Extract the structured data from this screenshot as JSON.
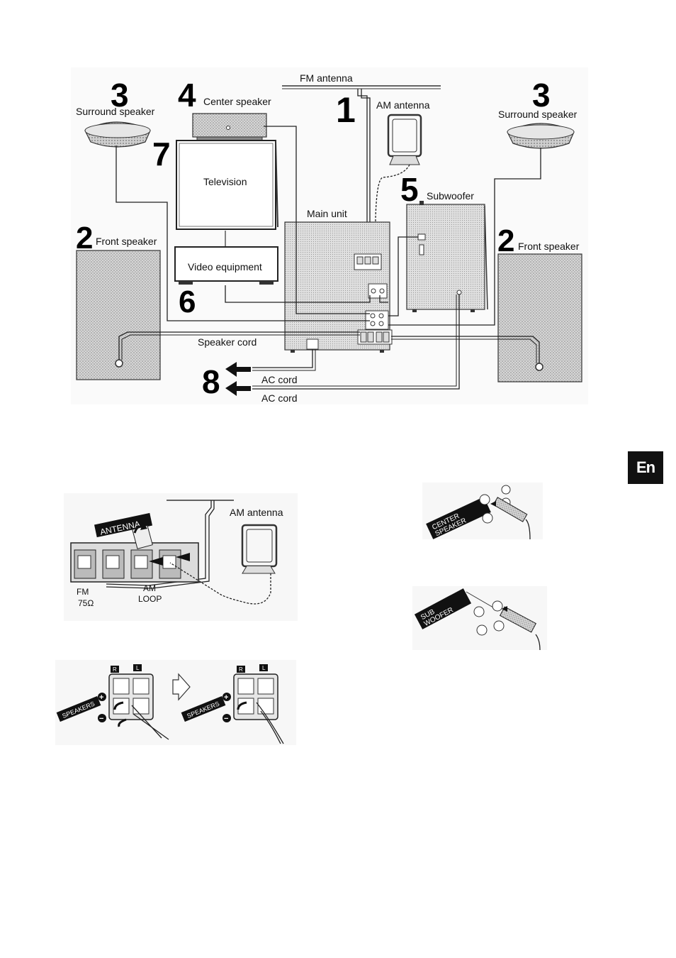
{
  "main_diagram": {
    "labels": {
      "fm_antenna": "FM antenna",
      "am_antenna": "AM antenna",
      "center_speaker": "Center speaker",
      "surround_left": "Surround speaker",
      "surround_right": "Surround speaker",
      "television": "Television",
      "subwoofer": "Subwoofer",
      "main_unit": "Main unit",
      "front_left": "Front speaker",
      "front_right": "Front speaker",
      "video_equipment": "Video equipment",
      "speaker_cord": "Speaker cord",
      "ac_cord_1": "AC cord",
      "ac_cord_2": "AC cord"
    },
    "step_numbers": {
      "fm": "1",
      "front_left": "2",
      "front_right": "2",
      "surround_left": "3",
      "surround_right": "3",
      "center": "4",
      "subwoofer": "5",
      "video": "6",
      "television": "7",
      "ac": "8"
    }
  },
  "antenna_detail": {
    "panel_label": "ANTENNA",
    "am_antenna": "AM antenna",
    "fm_label": "FM",
    "impedance": "75Ω",
    "am_label": "AM",
    "loop_label": "LOOP"
  },
  "center_detail": {
    "label_line1": "CENTER",
    "label_line2": "SPEAKER"
  },
  "sub_detail": {
    "label_line1": "SUB",
    "label_line2": "WOOFER"
  },
  "speakers_detail": {
    "label": "SPEAKERS",
    "r": "R",
    "l": "L",
    "plus": "+",
    "minus": "−"
  },
  "language_tab": "En"
}
